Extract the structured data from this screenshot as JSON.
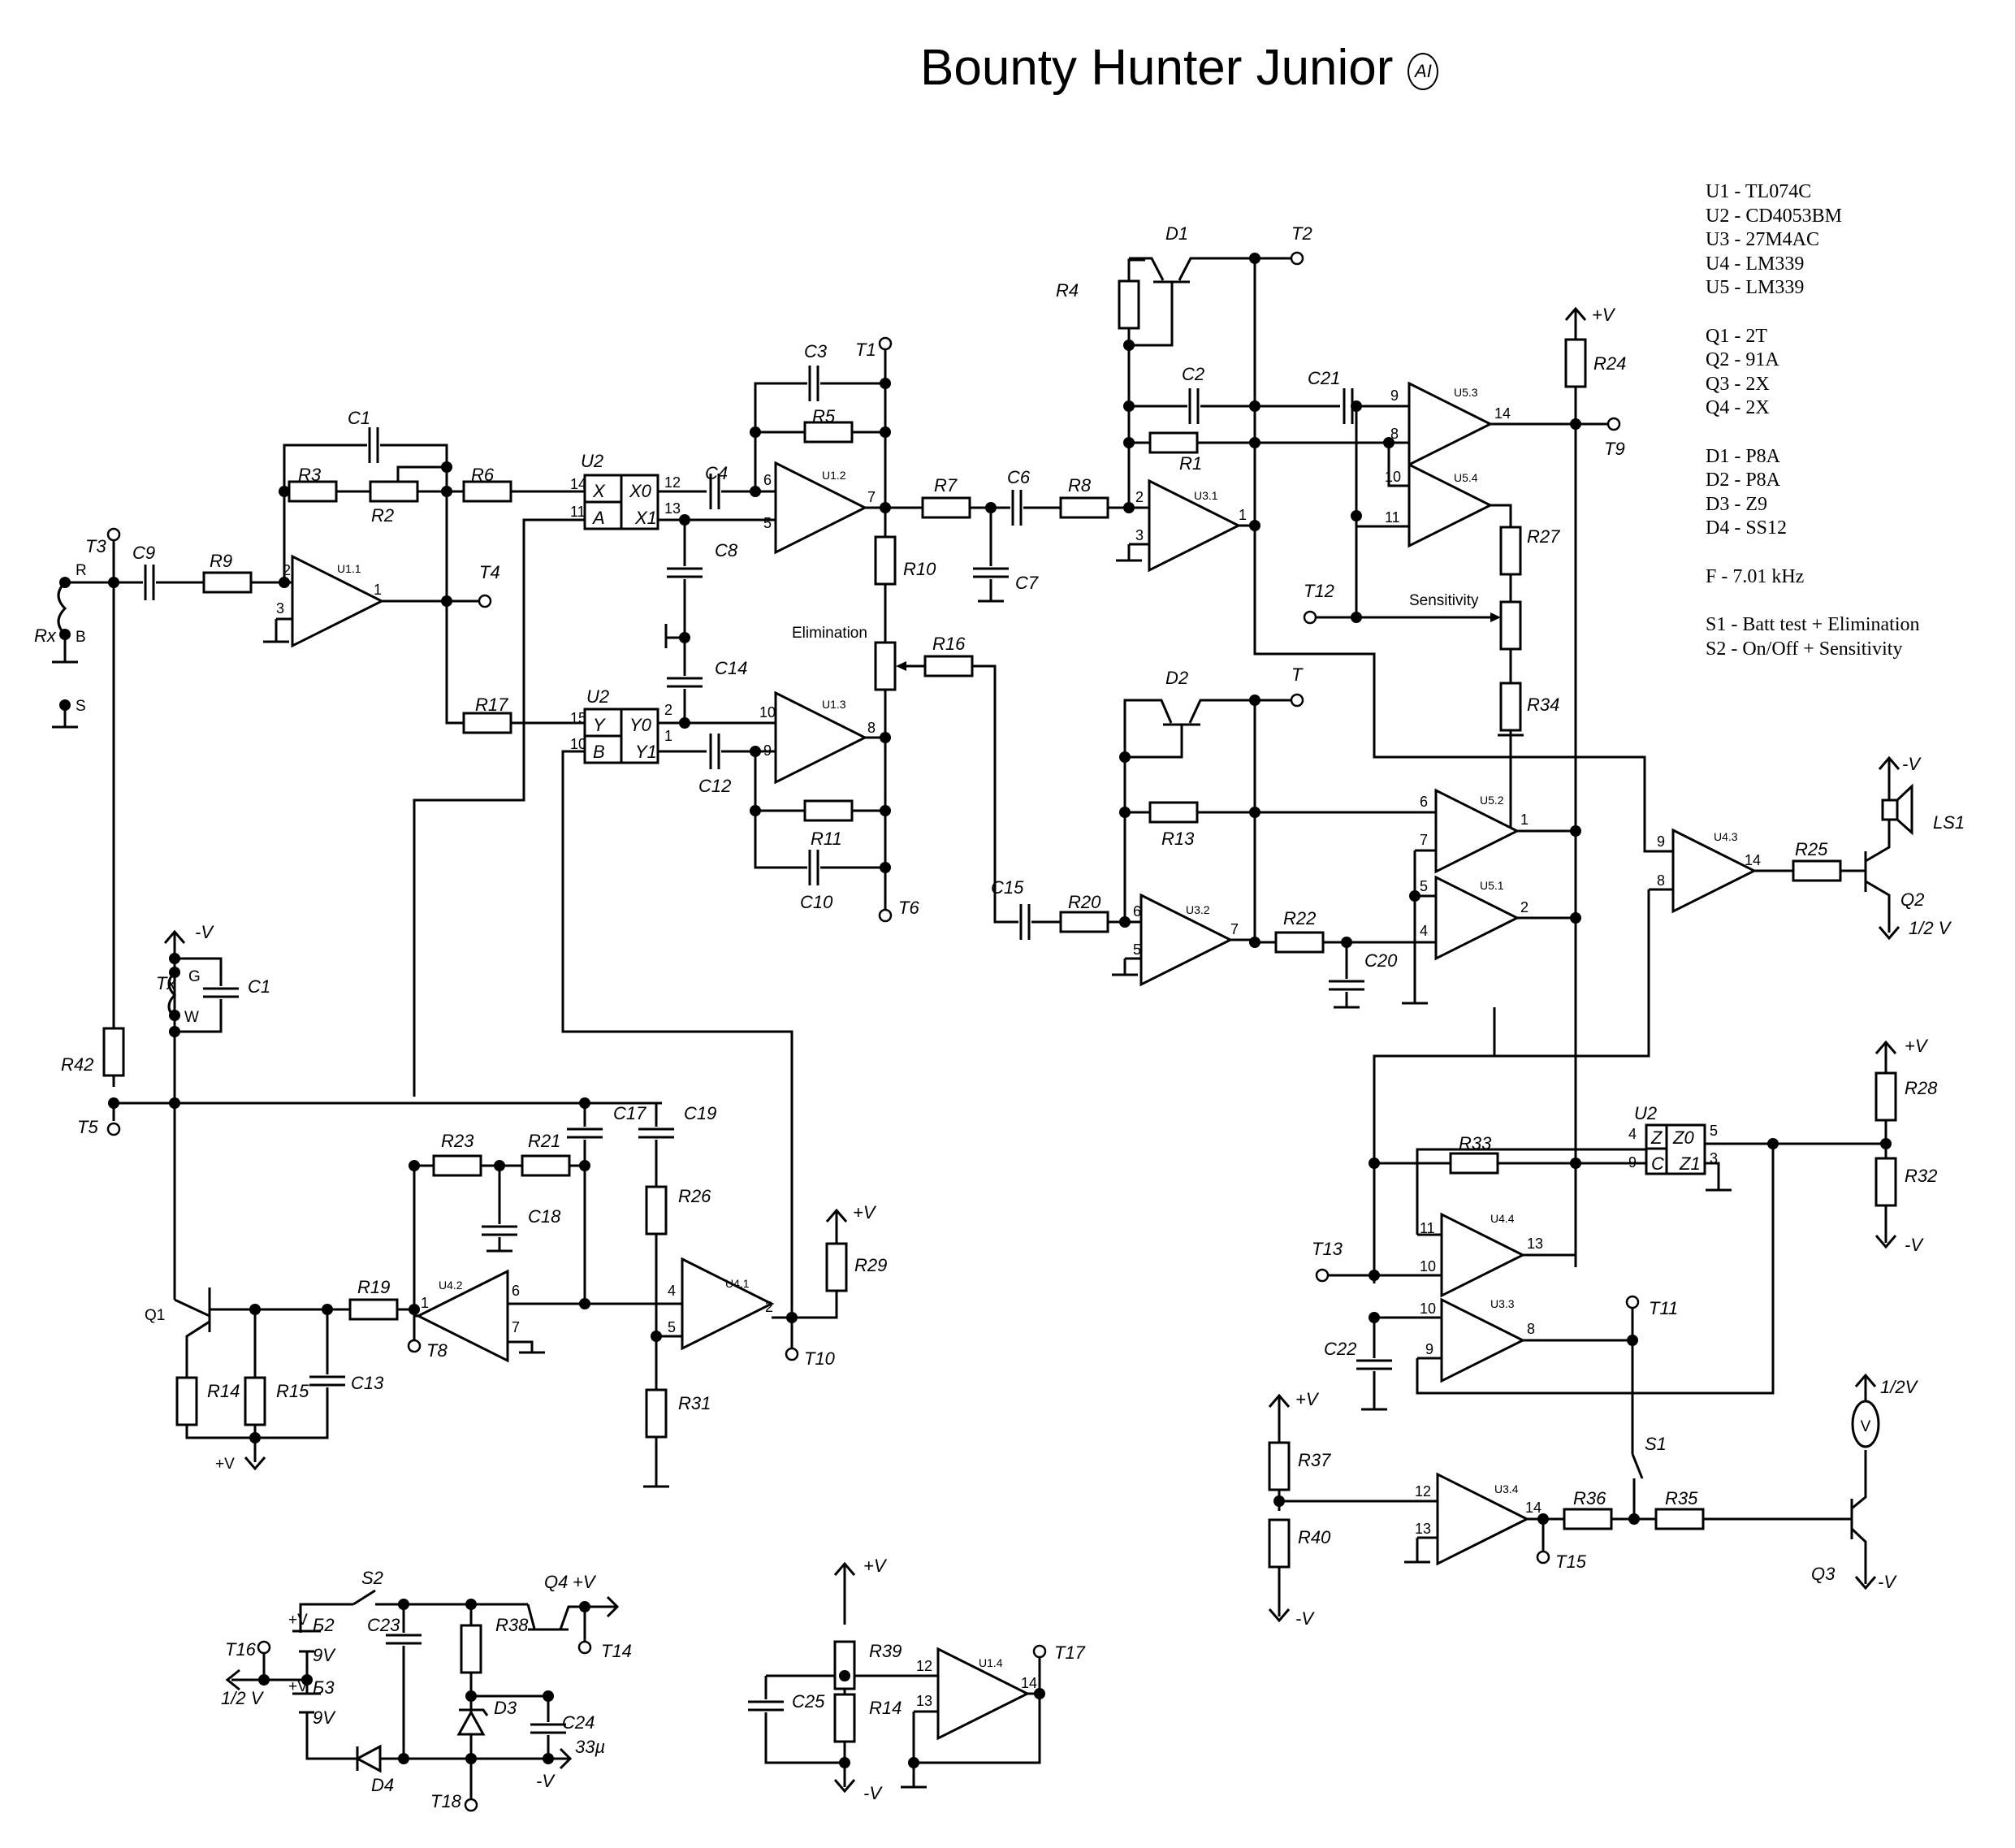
{
  "title": {
    "text": "Bounty Hunter Junior",
    "logo": "AI"
  },
  "legend": {
    "ics": [
      "U1 - TL074C",
      "U2 - CD4053BM",
      "U3 - 27M4AC",
      "U4 - LM339",
      "U5 - LM339"
    ],
    "transistors": [
      "Q1 - 2T",
      "Q2 - 91A",
      "Q3 - 2X",
      "Q4 - 2X"
    ],
    "diodes": [
      "D1 - P8A",
      "D2 - P8A",
      "D3 - Z9",
      "D4 - SS12"
    ],
    "frequency": "F - 7.01 kHz",
    "switches": [
      "S1 - Batt test + Elimination",
      "S2 - On/Off + Sensitivity"
    ]
  },
  "labels": {
    "rx": "Rx",
    "r_pin": "R",
    "b_pin": "B",
    "s_pin": "S",
    "tx": "Tx",
    "g_pin": "G",
    "w_pin": "W",
    "T1": "T1",
    "T2": "T2",
    "T3": "T3",
    "T4": "T4",
    "T5": "T5",
    "T6": "T6",
    "T8": "T8",
    "T9": "T9",
    "T10": "T10",
    "T11": "T11",
    "T12": "T12",
    "T13": "T13",
    "T14": "T14",
    "T15": "T15",
    "T16": "T16",
    "T17": "T17",
    "T18": "T18",
    "T": "T",
    "C1": "C1",
    "C1b": "C1",
    "C2": "C2",
    "C3": "C3",
    "C4": "C4",
    "C6": "C6",
    "C7": "C7",
    "C8": "C8",
    "C9": "C9",
    "C10": "C10",
    "C12": "C12",
    "C13": "C13",
    "C14": "C14",
    "C15": "C15",
    "C17": "C17",
    "C18": "C18",
    "C19": "C19",
    "C20": "C20",
    "C21": "C21",
    "C22": "C22",
    "C23": "C23",
    "C24": "C24",
    "C24v": "33µ",
    "C25": "C25",
    "R1": "R1",
    "R2": "R2",
    "R3": "R3",
    "R4": "R4",
    "R5": "R5",
    "R6": "R6",
    "R7": "R7",
    "R8": "R8",
    "R9": "R9",
    "R10": "R10",
    "R11": "R11",
    "R13": "R13",
    "R14": "R14",
    "R14b": "R14",
    "R15": "R15",
    "R16": "R16",
    "R17": "R17",
    "R19": "R19",
    "R20": "R20",
    "R21": "R21",
    "R22": "R22",
    "R23": "R23",
    "R24": "R24",
    "R25": "R25",
    "R26": "R26",
    "R27": "R27",
    "R28": "R28",
    "R29": "R29",
    "R31": "R31",
    "R32": "R32",
    "R33": "R33",
    "R34": "R34",
    "R35": "R35",
    "R36": "R36",
    "R37": "R37",
    "R38": "R38",
    "R39": "R39",
    "R40": "R40",
    "R42": "R42",
    "D1": "D1",
    "D2": "D2",
    "D3": "D3",
    "D4": "D4",
    "Q1": "Q1",
    "Q2": "Q2",
    "Q3": "Q3",
    "Q4": "Q4",
    "LS1": "LS1",
    "S1": "S1",
    "S2": "S2",
    "B2": "Б2",
    "B3": "Б3",
    "bat_v": "9V",
    "bat_v2": "9V",
    "U2a": "U2",
    "U2b": "U2",
    "U2c": "U2",
    "U1_1": "U1.1",
    "U1_2": "U1.2",
    "U1_3": "U1.3",
    "U1_4": "U1.4",
    "U3_1": "U3.1",
    "U3_2": "U3.2",
    "U3_3": "U3.3",
    "U3_4": "U3.4",
    "U4_1": "U4.1",
    "U4_2": "U4.2",
    "U4_3": "U4.3",
    "U4_4": "U4.4",
    "U5_1": "U5.1",
    "U5_2": "U5.2",
    "U5_3": "U5.3",
    "U5_4": "U5.4",
    "elimination": "Elimination",
    "sensitivity": "Sensitivity",
    "pv": "+V",
    "nv": "-V",
    "half_v": "1/2 V",
    "half_v2": "1/2V",
    "meter": "V",
    "mux_X": "X",
    "mux_A": "A",
    "mux_X0": "X0",
    "mux_X1": "X1",
    "mux_Y": "Y",
    "mux_B": "B",
    "mux_Y0": "Y0",
    "mux_Y1": "Y1",
    "mux_Z": "Z",
    "mux_C": "C",
    "mux_Z0": "Z0",
    "mux_Z1": "Z1"
  }
}
